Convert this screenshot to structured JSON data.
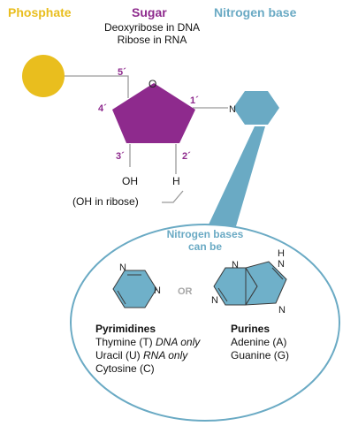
{
  "colors": {
    "phosphate": "#e9be1e",
    "sugar": "#8e2a8d",
    "nitrogen": "#6aaac4",
    "ring_fill": "#6fb0c9",
    "callout_stroke": "#6aaac4",
    "line": "#9a9a9a",
    "or_gray": "#a8a8a8"
  },
  "headings": {
    "phosphate": "Phosphate",
    "sugar": "Sugar",
    "nitrogen_base": "Nitrogen base"
  },
  "sugar_notes": {
    "line1": "Deoxyribose in DNA",
    "line2": "Ribose in RNA"
  },
  "carbon_labels": {
    "c5": "5´",
    "c4": "4´",
    "c1": "1´",
    "c3": "3´",
    "c2": "2´"
  },
  "atoms": {
    "ring_oxygen": "O",
    "oh": "OH",
    "h": "H",
    "n": "N",
    "nh": "H"
  },
  "ribose_note": "(OH in ribose)",
  "callout": {
    "title_line1": "Nitrogen bases",
    "title_line2": "can be",
    "or": "OR",
    "pyrimidines": {
      "title": "Pyrimidines",
      "line1_name": "Thymine (T) ",
      "line1_note": "DNA only",
      "line2_name": "Uracil (U) ",
      "line2_note": "RNA only",
      "line3": "Cytosine (C)"
    },
    "purines": {
      "title": "Purines",
      "line1": "Adenine (A)",
      "line2": "Guanine (G)"
    }
  }
}
